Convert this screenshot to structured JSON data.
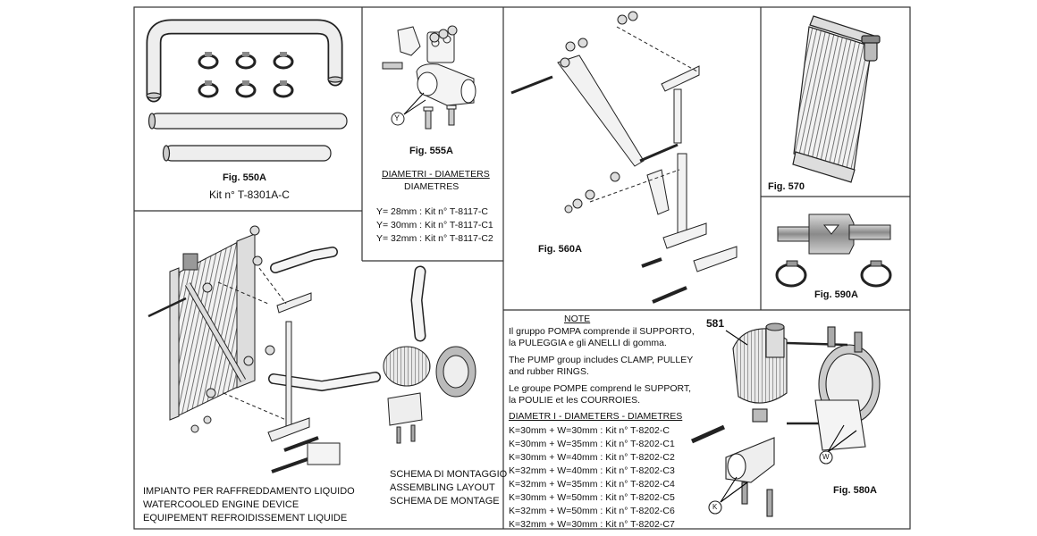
{
  "panels": {
    "p550": {
      "fig": "Fig. 550A",
      "kit": "Kit n° T-8301A-C"
    },
    "p555": {
      "fig": "Fig. 555A",
      "heading1": "DIAMETRI - DIAMETERS",
      "heading2": "DIAMETRES",
      "callout": "Y",
      "rows": [
        "Y= 28mm : Kit n° T-8117-C",
        "Y= 30mm : Kit n° T-8117-C1",
        "Y= 32mm : Kit n° T-8117-C2"
      ]
    },
    "p560": {
      "fig": "Fig. 560A"
    },
    "p570": {
      "fig": "Fig. 570"
    },
    "p590": {
      "fig": "Fig. 590A"
    },
    "p580": {
      "fig": "Fig. 580A",
      "ref": "581",
      "callout_k": "K",
      "callout_w": "W"
    },
    "note": {
      "title": "NOTE",
      "it": [
        "Il gruppo POMPA comprende il SUPPORTO,",
        "la PULEGGIA e gli ANELLI di gomma."
      ],
      "en": [
        "The PUMP group includes CLAMP, PULLEY",
        "and rubber RINGS."
      ],
      "fr": [
        "Le groupe POMPE comprend le SUPPORT,",
        "la POULIE et les COURROIES."
      ],
      "diam_title": "DIAMETR I - DIAMETERS - DIAMETRES",
      "rows": [
        "K=30mm + W=30mm : Kit n° T-8202-C",
        "K=30mm + W=35mm : Kit n° T-8202-C1",
        "K=30mm + W=40mm : Kit n° T-8202-C2",
        "K=32mm + W=40mm : Kit n° T-8202-C3",
        "K=32mm + W=35mm : Kit n° T-8202-C4",
        "K=30mm + W=50mm : Kit n° T-8202-C5",
        "K=32mm + W=50mm : Kit n° T-8202-C6",
        "K=32mm + W=30mm : Kit n° T-8202-C7"
      ]
    },
    "main": {
      "schema": [
        "SCHEMA DI MONTAGGIO",
        "ASSEMBLING LAYOUT",
        "SCHEMA DE MONTAGE"
      ],
      "title": [
        "IMPIANTO PER RAFFREDDAMENTO LIQUIDO",
        "WATERCOOLED ENGINE DEVICE",
        "EQUIPEMENT REFROIDISSEMENT LIQUIDE"
      ]
    }
  }
}
